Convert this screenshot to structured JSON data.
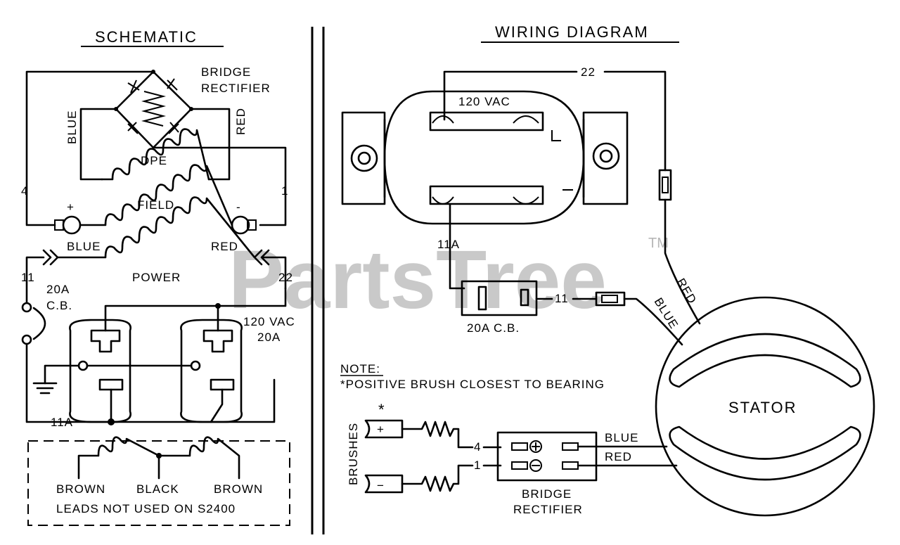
{
  "schematic": {
    "title": "SCHEMATIC",
    "bridge_label_1": "BRIDGE",
    "bridge_label_2": "RECTIFIER",
    "blue": "BLUE",
    "red": "RED",
    "dpe": "DPE",
    "field": "FIELD",
    "plus": "+",
    "minus": "-",
    "lead_4": "4",
    "lead_1": "1",
    "power_blue": "BLUE",
    "power_red": "RED",
    "power": "POWER",
    "lead_11": "11",
    "lead_22": "22",
    "cb_1": "20A",
    "cb_2": "C.B.",
    "vac_1": "120 VAC",
    "vac_2": "20A",
    "lead_11a": "11A",
    "brown_left": "BROWN",
    "black": "BLACK",
    "brown_right": "BROWN",
    "leads_note": "LEADS NOT USED ON S2400"
  },
  "wiring": {
    "title": "WIRING DIAGRAM",
    "wire_22": "22",
    "vac": "120 VAC",
    "wire_11a": "11A",
    "cb": "20A C.B.",
    "wire_11": "11",
    "blue": "BLUE",
    "red": "RED",
    "stator": "STATOR",
    "note_title": "NOTE:",
    "note_text": "*POSITIVE BRUSH CLOSEST TO BEARING",
    "asterisk": "*",
    "brushes": "BRUSHES",
    "plus": "+",
    "minus": "−",
    "lead_4": "4",
    "lead_1": "1",
    "rect_blue": "BLUE",
    "rect_red": "RED",
    "bridge_1": "BRIDGE",
    "bridge_2": "RECTIFIER"
  },
  "watermark": {
    "text": "PartsTree",
    "tm": "TM"
  }
}
